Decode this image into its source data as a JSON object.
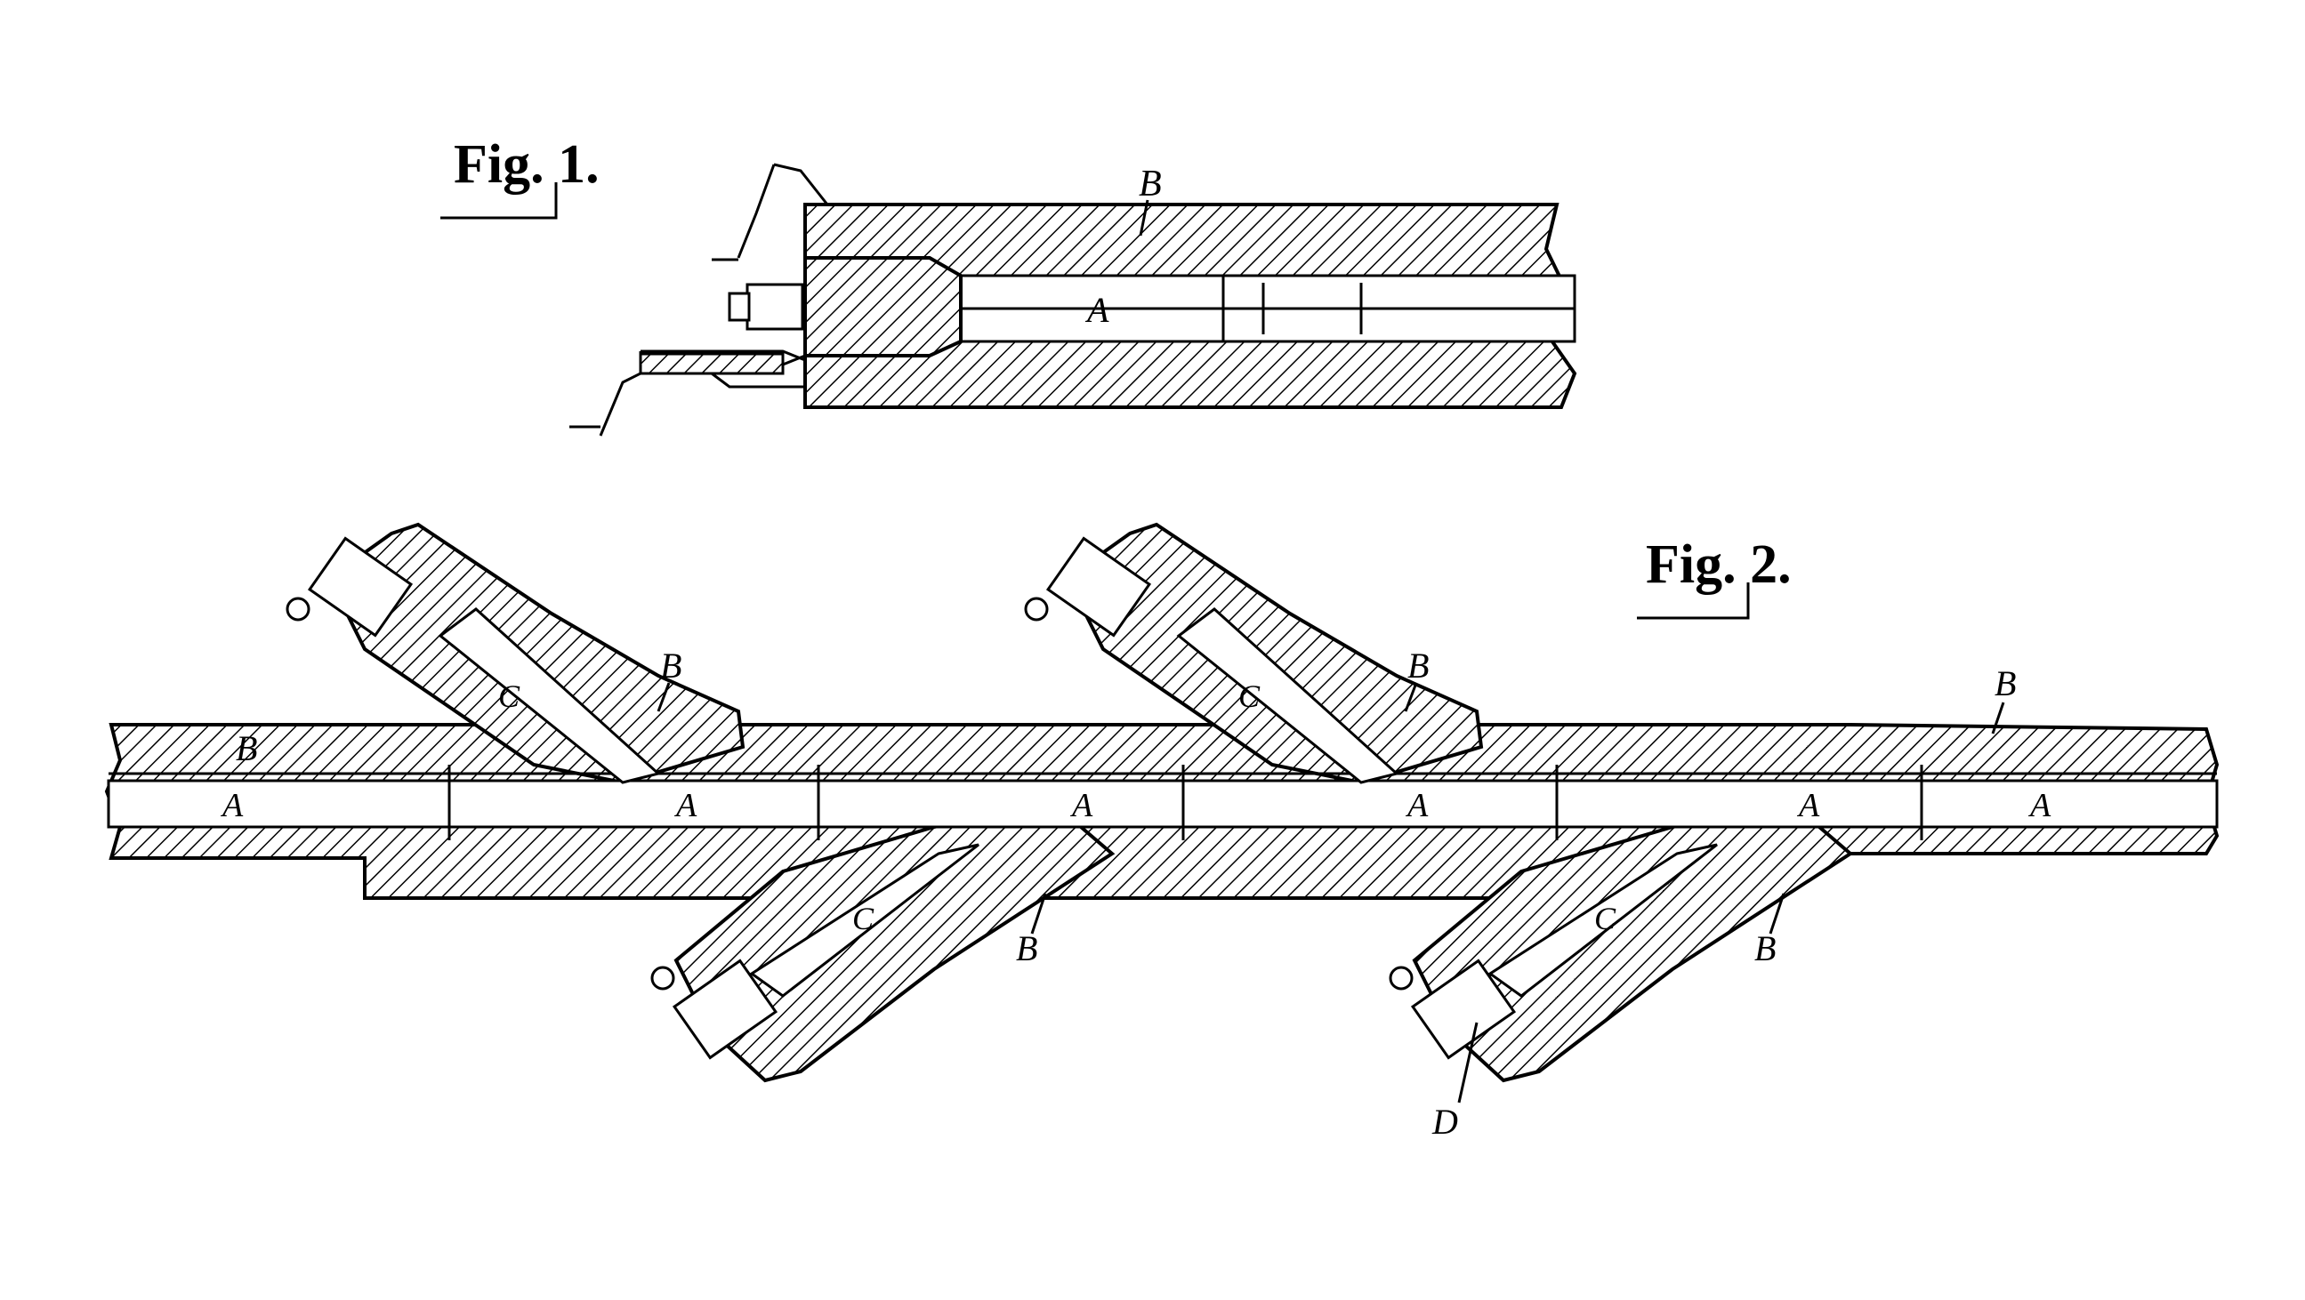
{
  "figures": [
    {
      "id": "fig1",
      "title": "Fig. 1.",
      "labels": {
        "barrel": "B",
        "bore": "A"
      }
    },
    {
      "id": "fig2",
      "title": "Fig. 2.",
      "labels": {
        "barrel_1": "B",
        "barrel_2": "B",
        "barrel_3": "B",
        "barrel_4": "B",
        "barrel_5": "B",
        "barrel_6": "B",
        "bore_1": "A",
        "bore_2": "A",
        "bore_3": "A",
        "bore_4": "A",
        "bore_5": "A",
        "bore_6": "A",
        "chamber_1": "C",
        "chamber_2": "C",
        "chamber_3": "C",
        "chamber_4": "C",
        "breech_plug": "D"
      }
    }
  ],
  "colors": {
    "ink": "#000000",
    "paper": "#ffffff"
  }
}
